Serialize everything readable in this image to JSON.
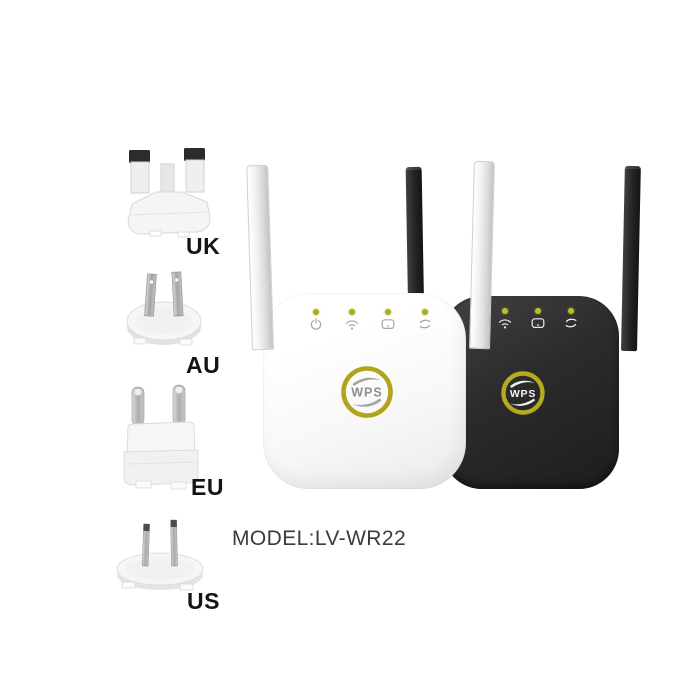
{
  "product": {
    "caption": {
      "model_label": "MODEL:LV-WR22"
    }
  },
  "plug_adapters": {
    "items": [
      {
        "label": "UK",
        "style": "uk-3-pin-plug"
      },
      {
        "label": "AU",
        "style": "au-2-pin-round-base-plug"
      },
      {
        "label": "EU",
        "style": "eu-2-round-pin-plug"
      },
      {
        "label": "US",
        "style": "us-2-flat-pin-plug"
      }
    ]
  },
  "repeaters": {
    "white_unit": {
      "body_color": "#f8f8f6",
      "wps_button_label": "WPS",
      "wps_ring_color": "#b1a41c",
      "led_color": "#a9ad1b",
      "status_leds": [
        {
          "icon": "power-icon"
        },
        {
          "icon": "wifi-icon"
        },
        {
          "icon": "device-icon"
        },
        {
          "icon": "repeat-icon"
        }
      ],
      "antenna_colors": [
        "#e6e6e4",
        "#e6e6e4"
      ]
    },
    "black_unit": {
      "body_color": "#29292b",
      "wps_button_label": "WPS",
      "wps_ring_color": "#b7ab1d",
      "led_color": "#b9c020",
      "status_leds": [
        {
          "icon": "wifi-icon"
        },
        {
          "icon": "device-icon"
        },
        {
          "icon": "repeat-icon"
        }
      ],
      "antenna_colors": [
        "#1d1d1f",
        "#1d1d1f"
      ]
    }
  },
  "page": {
    "background": "#ffffff"
  }
}
